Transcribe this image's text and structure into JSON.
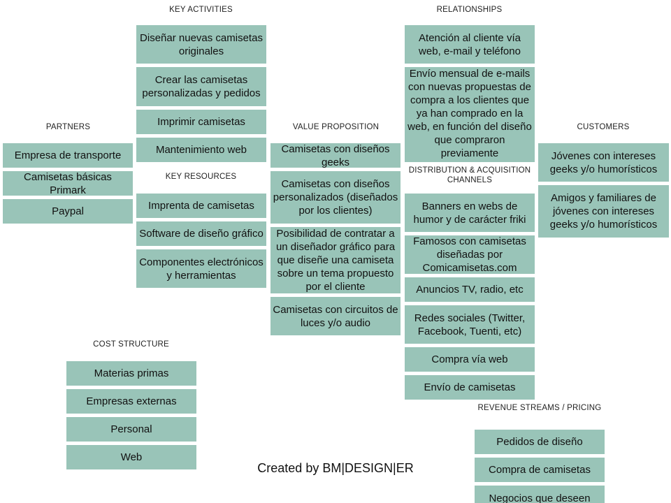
{
  "sections": {
    "key_activities": {
      "title": "KEY ACTIVITIES",
      "items": [
        "Diseñar nuevas camisetas originales",
        "Crear las camisetas personalizadas y pedidos",
        "Imprimir camisetas",
        "Mantenimiento web"
      ]
    },
    "relationships": {
      "title": "RELATIONSHIPS",
      "items": [
        "Atención al cliente vía web, e-mail y teléfono",
        "Envío mensual de e-mails con nuevas propuestas de compra a los clientes que ya han comprado en la web, en función del diseño que compraron previamente"
      ]
    },
    "partners": {
      "title": "PARTNERS",
      "items": [
        "Empresa de transporte",
        "Camisetas básicas Primark",
        "Paypal"
      ]
    },
    "value_proposition": {
      "title": "VALUE PROPOSITION",
      "items": [
        "Camisetas con diseños geeks",
        "Camisetas con diseños personalizados (diseñados por los clientes)",
        "Posibilidad de contratar a un diseñador gráfico para que diseñe una camiseta sobre un tema propuesto por el cliente",
        "Camisetas con circuitos de luces y/o audio"
      ]
    },
    "customers": {
      "title": "CUSTOMERS",
      "items": [
        "Jóvenes con intereses geeks y/o humorísticos",
        "Amigos y familiares de jóvenes con intereses geeks y/o humorísticos"
      ]
    },
    "key_resources": {
      "title": "KEY RESOURCES",
      "items": [
        "Imprenta de camisetas",
        "Software de diseño gráfico",
        "Componentes electrónicos y herramientas"
      ]
    },
    "channels": {
      "title": "DISTRIBUTION & ACQUISITION CHANNELS",
      "items": [
        "Banners en webs de humor y de carácter friki",
        "Famosos con camisetas diseñadas por Comicamisetas.com",
        "Anuncios TV, radio, etc",
        "Redes sociales (Twitter, Facebook, Tuenti, etc)",
        "Compra vía web",
        "Envío de camisetas"
      ]
    },
    "cost_structure": {
      "title": "COST STRUCTURE",
      "items": [
        "Materias primas",
        "Empresas externas",
        "Personal",
        "Web"
      ]
    },
    "revenue_streams": {
      "title": "REVENUE STREAMS / PRICING",
      "items": [
        "Pedidos de diseño",
        "Compra de camisetas",
        "Negocios que deseen"
      ]
    }
  },
  "footer": "Created by BM|DESIGN|ER",
  "colors": {
    "box": "#99c4b8",
    "text": "#111111"
  }
}
